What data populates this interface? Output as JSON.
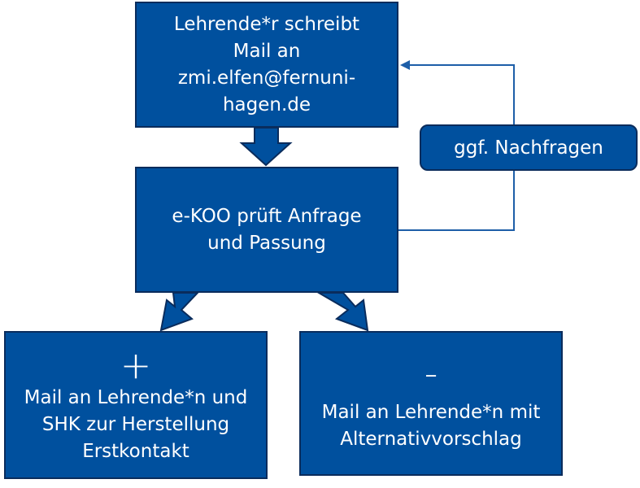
{
  "boxes": {
    "submit": {
      "text": "Lehrende*r schreibt\nMail an\nzmi.elfen@fernuni-\nhagen.de"
    },
    "review": {
      "text": "e-KOO prüft Anfrage\nund Passung"
    },
    "positive": {
      "symbol": "+",
      "text": "Mail an Lehrende*n und\nSHK zur Herstellung\nErstkontakt"
    },
    "negative": {
      "symbol": "-",
      "text": "Mail an Lehrende*n mit\nAlternativvorschlag"
    }
  },
  "note": {
    "text": "ggf. Nachfragen"
  },
  "colors": {
    "box_fill": "#00509e",
    "box_border": "#0a2c5c",
    "text": "#ffffff"
  }
}
